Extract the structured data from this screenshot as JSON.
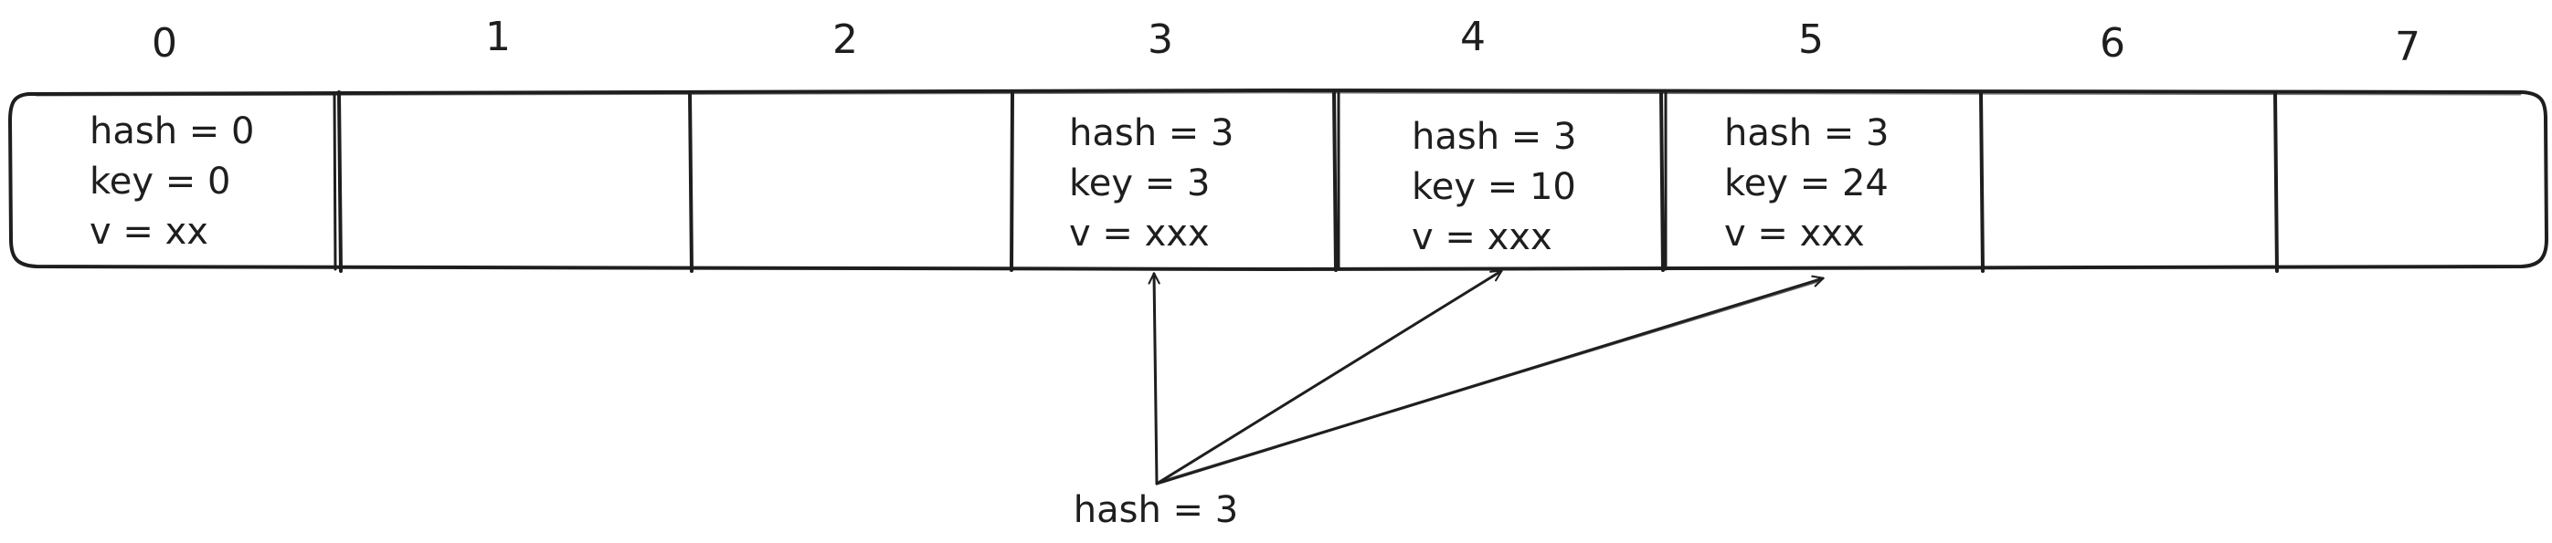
{
  "diagram": {
    "indices": [
      "0",
      "1",
      "2",
      "3",
      "4",
      "5",
      "6",
      "7"
    ],
    "cells": [
      {
        "lines": [
          "hash = 0",
          "key = 0",
          "v = xx"
        ]
      },
      {
        "lines": []
      },
      {
        "lines": []
      },
      {
        "lines": [
          "hash = 3",
          "key = 3",
          "v = xxx"
        ]
      },
      {
        "lines": [
          "hash = 3",
          "key = 10",
          "v = xxx"
        ]
      },
      {
        "lines": [
          "hash = 3",
          "key = 24",
          "v = xxx"
        ]
      },
      {
        "lines": []
      },
      {
        "lines": []
      }
    ],
    "pointer": {
      "label": "hash = 3",
      "targets": [
        3,
        4,
        5
      ]
    }
  }
}
